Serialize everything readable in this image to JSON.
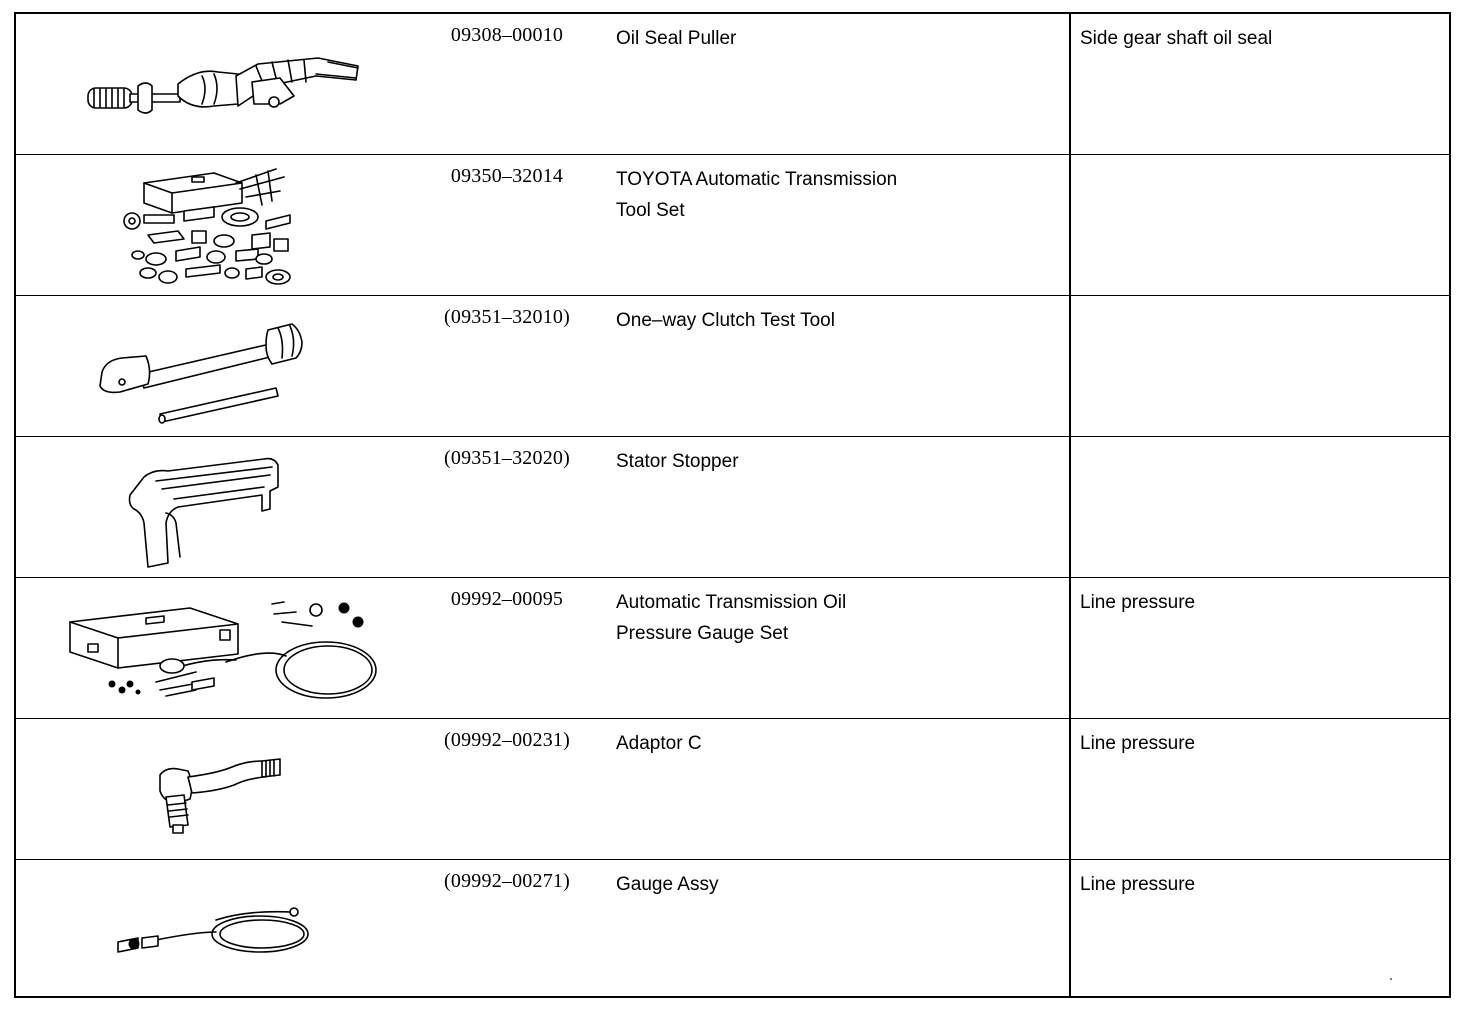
{
  "rows": [
    {
      "part_number": "09308–00010",
      "part_name_lines": [
        "Oil Seal Puller"
      ],
      "note": "Side gear shaft oil seal",
      "icon": "oil-seal-puller-icon"
    },
    {
      "part_number": "09350–32014",
      "part_name_lines": [
        "TOYOTA Automatic Transmission",
        "Tool Set"
      ],
      "note": "",
      "icon": "tool-set-icon"
    },
    {
      "part_number": "(09351–32010)",
      "part_name_lines": [
        "One–way Clutch Test Tool"
      ],
      "note": "",
      "icon": "clutch-test-tool-icon"
    },
    {
      "part_number": "(09351–32020)",
      "part_name_lines": [
        "Stator Stopper"
      ],
      "note": "",
      "icon": "stator-stopper-icon"
    },
    {
      "part_number": "09992–00095",
      "part_name_lines": [
        "Automatic Transmission Oil",
        "Pressure Gauge Set"
      ],
      "note": "Line pressure",
      "icon": "pressure-gauge-set-icon"
    },
    {
      "part_number": "(09992–00231)",
      "part_name_lines": [
        "Adaptor C"
      ],
      "note": "Line pressure",
      "icon": "adaptor-icon"
    },
    {
      "part_number": "(09992–00271)",
      "part_name_lines": [
        "Gauge Assy"
      ],
      "note": "Line pressure",
      "icon": "gauge-assy-icon"
    }
  ]
}
